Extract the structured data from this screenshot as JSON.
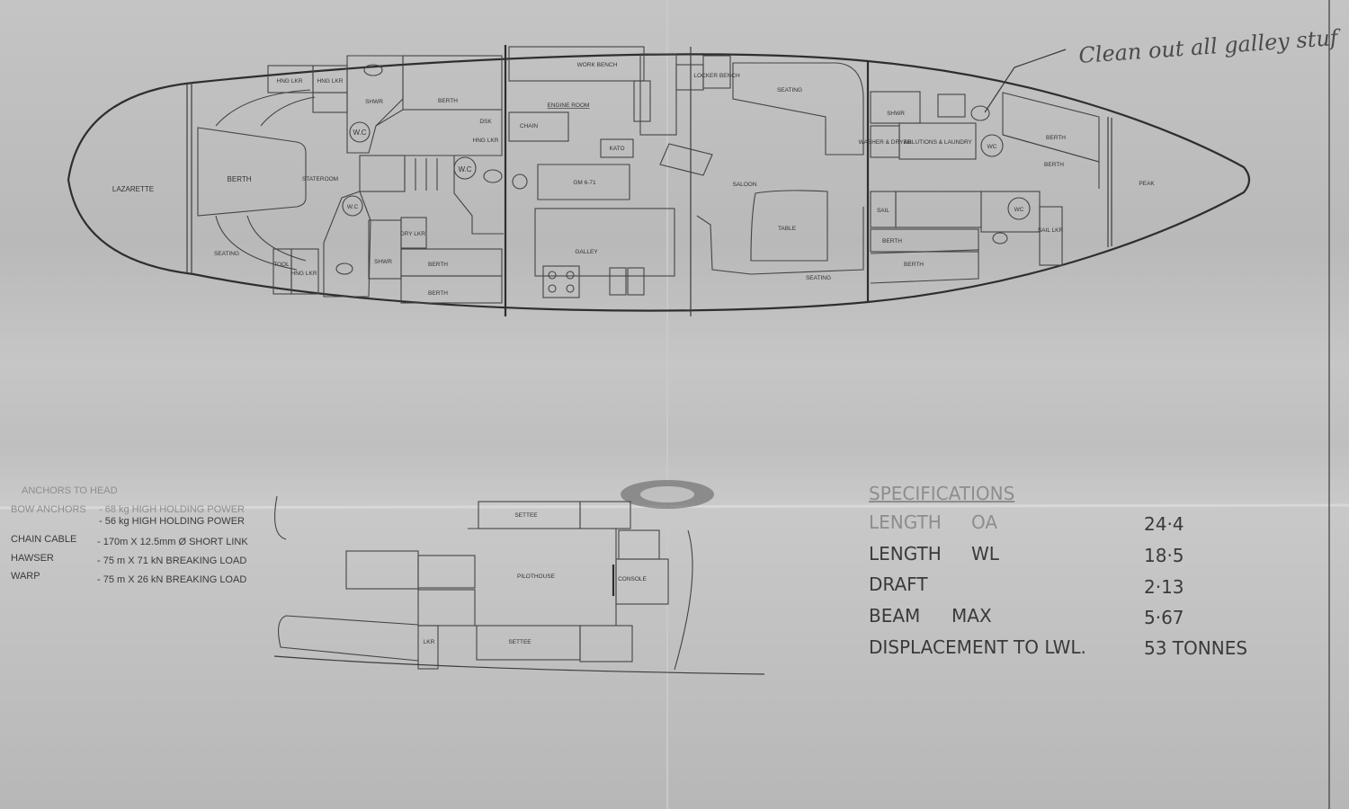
{
  "accommodation_plan": {
    "lazarette": "LAZARETTE",
    "aft_berth": "BERTH",
    "stateroom": "STATEROOM",
    "aft_seating": "SEATING",
    "hanging_locker_1": "HNG LKR",
    "hanging_locker_2": "HNG LKR",
    "hanging_locker_3": "HNG LKR",
    "tool": "TOOL",
    "shower_1": "SHWR",
    "shower_2": "SHWR",
    "berth_1": "BERTH",
    "berth_2": "BERTH",
    "berth_3": "BERTH",
    "wc_1": "W.C",
    "wc_2": "W.C",
    "wc_3": "W.C",
    "dry_locker": "DRY LKR",
    "desk": "DSK",
    "desk_locker": "HNG LKR",
    "work_bench": "WORK BENCH",
    "engine_room": "ENGINE ROOM",
    "chain": "CHAIN",
    "generator": "KATO",
    "engine": "GM 6-71",
    "galley": "GALLEY",
    "locker_bench": "LOCKER BENCH",
    "saloon": "SALOON",
    "fwd_seating": "SEATING",
    "table": "TABLE",
    "saloon_seating": "SEATING",
    "fwd_shower": "SHWR",
    "washer_dryer": "WASHER & DRYER",
    "ablutions": "ABLUTIONS & LAUNDRY",
    "fwd_wc_1": "WC",
    "fwd_wc_2": "WC",
    "fwd_berth_1": "BERTH",
    "fwd_berth_2": "BERTH",
    "fwd_berth_3": "BERTH",
    "fwd_berth_4": "BERTH",
    "sail": "SAIL",
    "sail_locker": "SAIL LKR",
    "peak": "PEAK"
  },
  "handwritten_note": "Clean out all galley stuf",
  "ground_tackle": {
    "heading": "ANCHORS TO HEAD",
    "rows": [
      {
        "item": "BOW ANCHORS",
        "spec": "- 68 kg HIGH HOLDING POWER"
      },
      {
        "item": "",
        "spec": "- 56 kg HIGH HOLDING POWER"
      },
      {
        "item": "CHAIN CABLE",
        "spec": "- 170m X 12.5mm Ø SHORT LINK"
      },
      {
        "item": "HAWSER",
        "spec": "- 75 m X 71 kN BREAKING LOAD"
      },
      {
        "item": "WARP",
        "spec": "- 75 m X 26 kN BREAKING LOAD"
      }
    ]
  },
  "deck_plan": {
    "settee_top": "SETTEE",
    "pilothouse": "PILOTHOUSE",
    "console": "CONSOLE",
    "settee_bottom": "SETTEE",
    "locker": "LKR"
  },
  "specifications": {
    "heading": "SPECIFICATIONS",
    "rows": [
      {
        "label": "LENGTH",
        "qualifier": "OA",
        "value": "24·4"
      },
      {
        "label": "LENGTH",
        "qualifier": "WL",
        "value": "18·5"
      },
      {
        "label": "DRAFT",
        "qualifier": "",
        "value": "2·13"
      },
      {
        "label": "BEAM",
        "qualifier": "MAX",
        "value": "5·67"
      },
      {
        "label": "DISPLACEMENT TO LWL.",
        "qualifier": "",
        "value": "53 TONNES"
      }
    ]
  }
}
